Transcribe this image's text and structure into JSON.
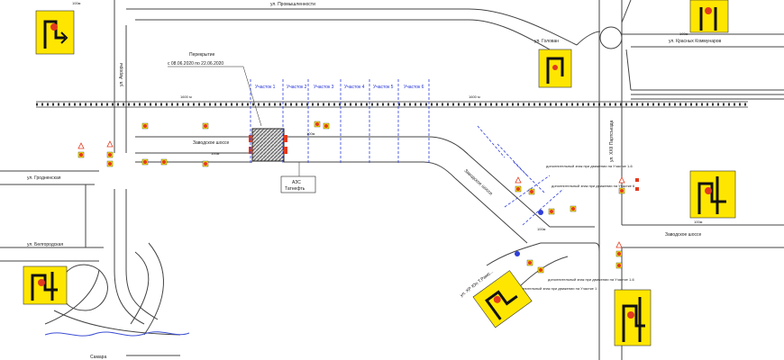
{
  "streets": {
    "top": "ул. Промышленности",
    "avrory": "ул. Авроры",
    "golovan": "ул. Голован",
    "krasnyh_kommunarov": "ул. Красных Коммунаров",
    "xxii_partsezda": "ул. XXII Партсъезда",
    "grodnenskaya": "ул. Гродненская",
    "belgorodskaya": "ул. Белгородская",
    "zavodskoe_left": "Заводское шоссе",
    "zavodskoe_diag": "Заводское шоссе",
    "zavodskoe_right": "Заводское шоссе",
    "partizan": "ул. ХР Юп Т.Рамс..."
  },
  "closure": {
    "line1": "Перекрытие",
    "line2": "с 08.06.2020 по 22.06.2020"
  },
  "sections": [
    "Участок 1",
    "Участок 2",
    "Участок 3",
    "Участок 4",
    "Участок 5",
    "Участок 6"
  ],
  "distances": {
    "d100_top_left": "100м",
    "d100_top_right": "100м",
    "d1600": "1600 м",
    "d1600_right": "1600 м",
    "d100_mid": "100м",
    "d100_left_road": "100м",
    "d100_right": "100м",
    "d100_bottom": "100м",
    "d100_diag": "100м"
  },
  "azs": {
    "line1": "АЗС",
    "line2": "Татнефть"
  },
  "notes": {
    "n1": "дополнительный знак при движении на Участке 1-6",
    "n2": "дополнительный знак при движении на Участке 6",
    "n3": "дополнительный знак при движении на Участке 1-6",
    "n4": "дополнительный знак при движении на Участке 1"
  },
  "bottom_text": "Самара",
  "colors": {
    "road": "#444444",
    "rail": "#333333",
    "blue_line": "#2f3fd9",
    "sign_yellow": "#ffe600",
    "sign_red": "#e23a1e",
    "water": "#3d4fd4"
  },
  "icons": [
    "detour-sign-icon",
    "warning-sign-icon",
    "no-entry-sign-icon",
    "construction-sign-icon"
  ]
}
